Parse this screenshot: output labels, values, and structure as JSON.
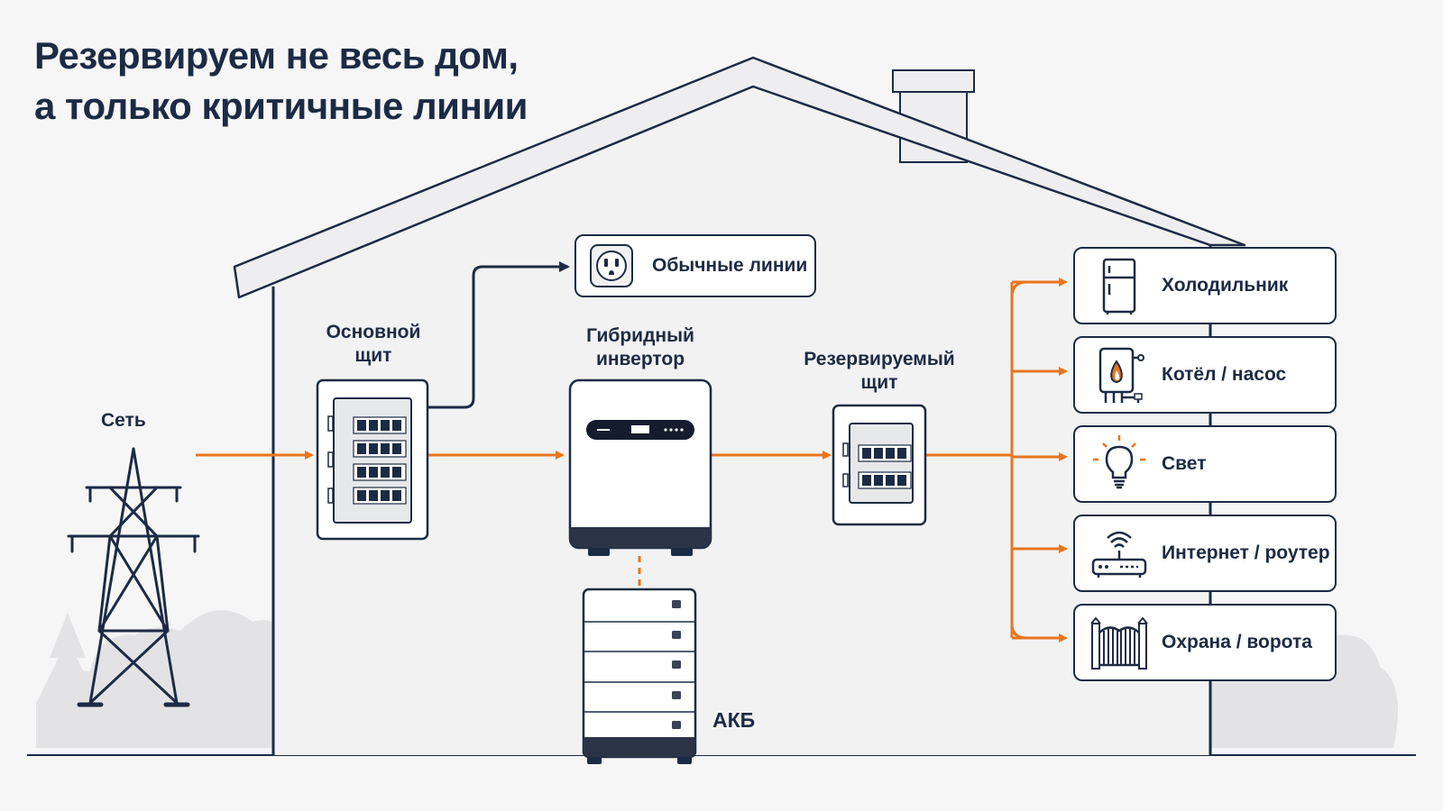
{
  "title": {
    "line1": "Резервируем не весь дом,",
    "line2": "а только критичные линии"
  },
  "nodes": {
    "grid": "Сеть",
    "main_panel": {
      "line1": "Основной",
      "line2": "щит"
    },
    "inverter": {
      "line1": "Гибридный",
      "line2": "инвертор"
    },
    "backup_panel": {
      "line1": "Резервируемый",
      "line2": "щит"
    },
    "battery": "АКБ",
    "regular_lines": "Обычные линии"
  },
  "critical_loads": [
    {
      "label": "Холодильник",
      "icon": "fridge-icon"
    },
    {
      "label": "Котёл / насос",
      "icon": "boiler-icon"
    },
    {
      "label": "Свет",
      "icon": "lightbulb-icon"
    },
    {
      "label": "Интернет / роутер",
      "icon": "router-icon"
    },
    {
      "label": "Охрана / ворота",
      "icon": "gate-icon"
    }
  ],
  "colors": {
    "accent_orange": "#e8761e",
    "navy": "#1c2b45",
    "house_fill": "#f2f2f3",
    "background": "#f6f6f7"
  }
}
